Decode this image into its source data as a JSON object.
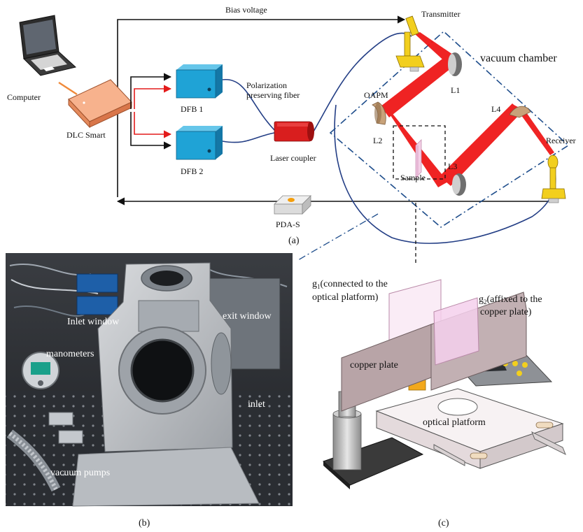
{
  "panel_a": {
    "bias_voltage": "Bias voltage",
    "transmitter": "Transmitter",
    "vacuum_chamber": "vacuum chamber",
    "computer": "Computer",
    "dlc_smart": "DLC Smart",
    "dfb1": "DFB 1",
    "dfb2": "DFB 2",
    "fiber_line1": "Polarization",
    "fiber_line2": "preserving fiber",
    "laser_coupler": "Laser coupler",
    "oapm": "OAPM",
    "l1": "L1",
    "l2": "L2",
    "l3": "L3",
    "l4": "L4",
    "sample": "Sample",
    "receiver": "Receiver",
    "pda": "PDA-S",
    "caption": "(a)"
  },
  "panel_b": {
    "inlet_window": "Inlet window",
    "exit_window": "exit window",
    "manometers": "manometers",
    "inlet": "inlet",
    "vacuum_pumps": "vacuum pumps",
    "caption": "(b)"
  },
  "panel_c": {
    "g1_sym": "g",
    "g1_sub": "1",
    "g1_line1": "(connected to the",
    "g1_line2": "optical platform)",
    "g2_sym": "g",
    "g2_sub": "2",
    "g2_line1": "(affixed to the",
    "g2_line2": "copper plate)",
    "copper_plate": "copper plate",
    "optical_platform": "optical platform",
    "caption": "(c)"
  },
  "colors": {
    "laser": "#ee1111",
    "dfb": "#1fa3d6",
    "dlc": "#f4a47c",
    "mount": "#f2cf1e",
    "chamber_line": "#1f4e8c",
    "fiber": "#233e85"
  }
}
